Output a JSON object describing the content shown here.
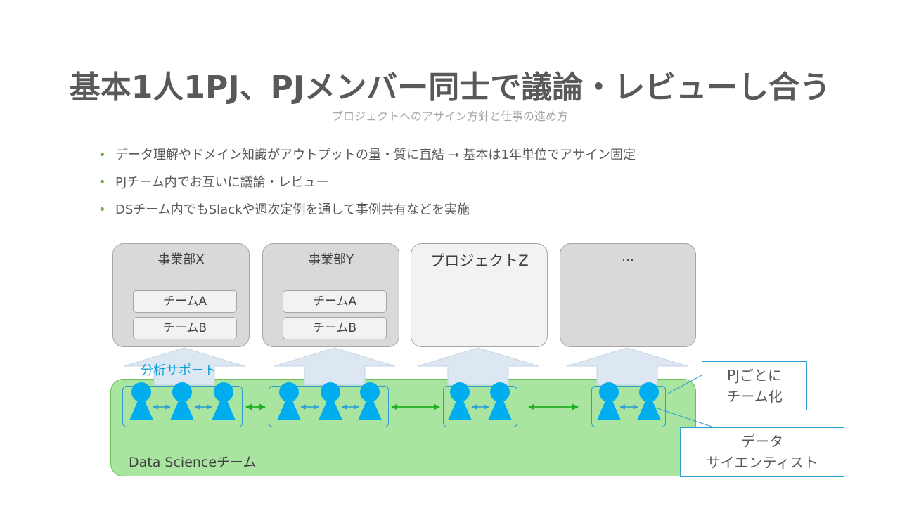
{
  "slide": {
    "title": "基本1人1PJ、PJメンバー同士で議論・レビューし合う",
    "subtitle": "プロジェクトへのアサイン方針と仕事の進め方"
  },
  "bullets": [
    "データ理解やドメイン知識がアウトプットの量・質に直結 → 基本は1年単位でアサイン固定",
    "PJチーム内でお互いに議論・レビュー",
    "DSチーム内でもSlackや週次定例を通して事例共有などを実施"
  ],
  "bullet_marker": "•",
  "units": [
    {
      "name": "事業部X",
      "teams": [
        "チームA",
        "チームB"
      ]
    },
    {
      "name": "事業部Y",
      "teams": [
        "チームA",
        "チームB"
      ]
    },
    {
      "name": "プロジェクトZ",
      "teams": []
    },
    {
      "name": "…",
      "teams": []
    }
  ],
  "support_label": "分析サポート",
  "ds_team_label": "Data Scienceチーム",
  "callouts": {
    "pj_team": [
      "PJごとに",
      "チーム化"
    ],
    "data_scientist": [
      "データ",
      "サイエンティスト"
    ]
  },
  "colors": {
    "title": "#595959",
    "subtitle": "#a6a6a6",
    "bullet_dot": "#70ad47",
    "person": "#00aeef",
    "green_arrow": "#22b022",
    "ds_panel": "#a9e5a0",
    "up_arrow": "#dce7f2"
  },
  "icons": [
    "person-icon",
    "double-arrow-icon",
    "up-arrow-icon"
  ]
}
